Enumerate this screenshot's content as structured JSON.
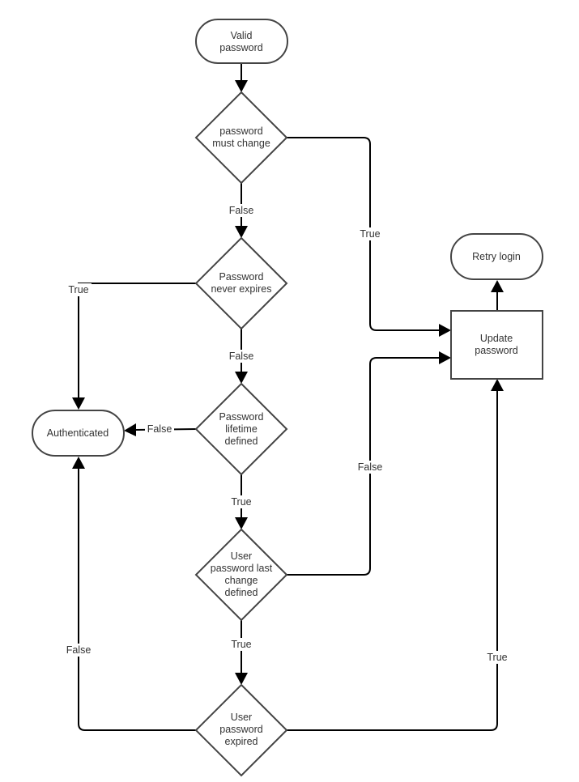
{
  "diagram": {
    "title": "",
    "colors": {
      "shape_stroke": "#444444",
      "edge": "#000000",
      "text": "#333333",
      "background": "#ffffff"
    },
    "nodes": {
      "valid_password": {
        "type": "terminal",
        "lines": [
          "Valid",
          "password"
        ]
      },
      "must_change": {
        "type": "decision",
        "lines": [
          "password",
          "must change"
        ]
      },
      "never_expires": {
        "type": "decision",
        "lines": [
          "Password",
          "never expires"
        ]
      },
      "lifetime_defined": {
        "type": "decision",
        "lines": [
          "Password",
          "lifetime",
          "defined"
        ]
      },
      "last_change_defined": {
        "type": "decision",
        "lines": [
          "User",
          "password last",
          "change",
          "defined"
        ]
      },
      "password_expired": {
        "type": "decision",
        "lines": [
          "User",
          "password",
          "expired"
        ]
      },
      "authenticated": {
        "type": "terminal",
        "lines": [
          "Authenticated"
        ]
      },
      "update_password": {
        "type": "process",
        "lines": [
          "Update",
          "password"
        ]
      },
      "retry_login": {
        "type": "terminal",
        "lines": [
          "Retry login"
        ]
      }
    },
    "edges": [
      {
        "from": "valid_password",
        "to": "must_change",
        "label": ""
      },
      {
        "from": "must_change",
        "to": "never_expires",
        "label": "False"
      },
      {
        "from": "must_change",
        "to": "update_password",
        "label": "True"
      },
      {
        "from": "never_expires",
        "to": "authenticated",
        "label": "True"
      },
      {
        "from": "never_expires",
        "to": "lifetime_defined",
        "label": "False"
      },
      {
        "from": "lifetime_defined",
        "to": "authenticated",
        "label": "False"
      },
      {
        "from": "lifetime_defined",
        "to": "last_change_defined",
        "label": "True"
      },
      {
        "from": "last_change_defined",
        "to": "update_password",
        "label": "False"
      },
      {
        "from": "last_change_defined",
        "to": "password_expired",
        "label": "True"
      },
      {
        "from": "password_expired",
        "to": "authenticated",
        "label": "False"
      },
      {
        "from": "password_expired",
        "to": "update_password",
        "label": "True"
      },
      {
        "from": "update_password",
        "to": "retry_login",
        "label": ""
      }
    ]
  }
}
